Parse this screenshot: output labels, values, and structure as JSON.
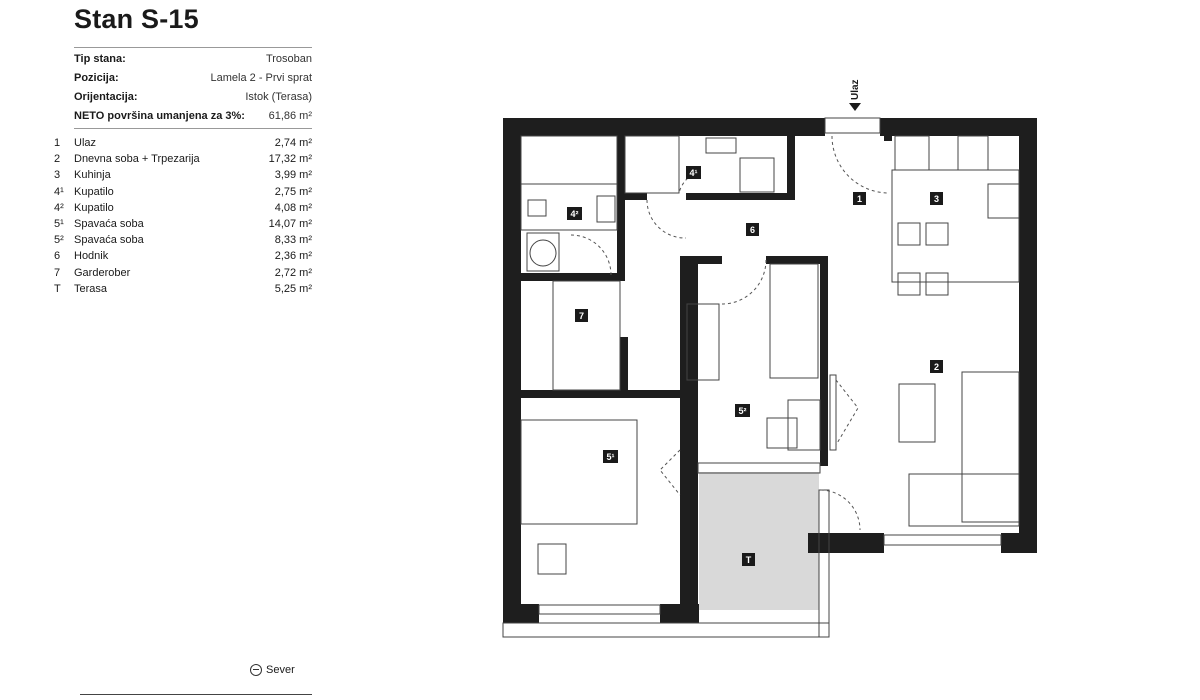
{
  "title": "Stan S-15",
  "info": [
    {
      "label": "Tip stana:",
      "value": "Trosoban"
    },
    {
      "label": "Pozicija:",
      "value": "Lamela 2 - Prvi sprat"
    },
    {
      "label": "Orijentacija:",
      "value": "Istok (Terasa)"
    },
    {
      "label": "NETO površina umanjena za 3%:",
      "value": "61,86 m²"
    }
  ],
  "rooms": [
    {
      "num": "1",
      "name": "Ulaz",
      "area": "2,74 m²"
    },
    {
      "num": "2",
      "name": "Dnevna soba + Trpezarija",
      "area": "17,32 m²"
    },
    {
      "num": "3",
      "name": "Kuhinja",
      "area": "3,99 m²"
    },
    {
      "num": "4¹",
      "name": "Kupatilo",
      "area": "2,75 m²"
    },
    {
      "num": "4²",
      "name": "Kupatilo",
      "area": "4,08 m²"
    },
    {
      "num": "5¹",
      "name": "Spavaća soba",
      "area": "14,07 m²"
    },
    {
      "num": "5²",
      "name": "Spavaća soba",
      "area": "8,33 m²"
    },
    {
      "num": "6",
      "name": "Hodnik",
      "area": "2,36 m²"
    },
    {
      "num": "7",
      "name": "Garderober",
      "area": "2,72 m²"
    },
    {
      "num": "T",
      "name": "Terasa",
      "area": "5,25 m²"
    }
  ],
  "plan_labels": {
    "entrance": "Ulaz",
    "r1": "1",
    "r2": "2",
    "r3": "3",
    "r4a": "4¹",
    "r4b": "4²",
    "r5a": "5¹",
    "r5b": "5²",
    "r6": "6",
    "r7": "7",
    "rT": "T"
  },
  "north_label": "Sever"
}
